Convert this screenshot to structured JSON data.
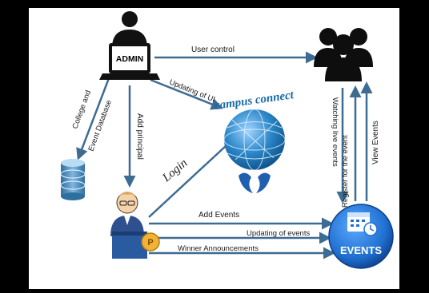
{
  "nodes": {
    "admin": "ADMIN",
    "events": "EVENTS",
    "brand": "campus connect"
  },
  "connections": {
    "user_control": "User control",
    "updating_of_ui": "Updating of UI",
    "add_principal": "Add principal",
    "college_db_line1": "College and",
    "college_db_line2": "Event Database",
    "login": "Login",
    "watching_live_events": "Watching live events",
    "register_for_event": "Register for the event",
    "view_events": "View Events",
    "add_events": "Add Events",
    "updating_of_events": "Updating of events",
    "winner_announcements": "Winner Announcements"
  },
  "colors": {
    "arrow": "#3d6c93",
    "events_circle": "#1f6fd0",
    "globe": "#2a86c8",
    "brand_text": "#1669a8",
    "database": "#4a8fc2"
  },
  "icons": [
    "admin-laptop-icon",
    "users-group-icon",
    "database-icon",
    "globe-icon",
    "principal-icon",
    "calendar-clock-icon"
  ]
}
